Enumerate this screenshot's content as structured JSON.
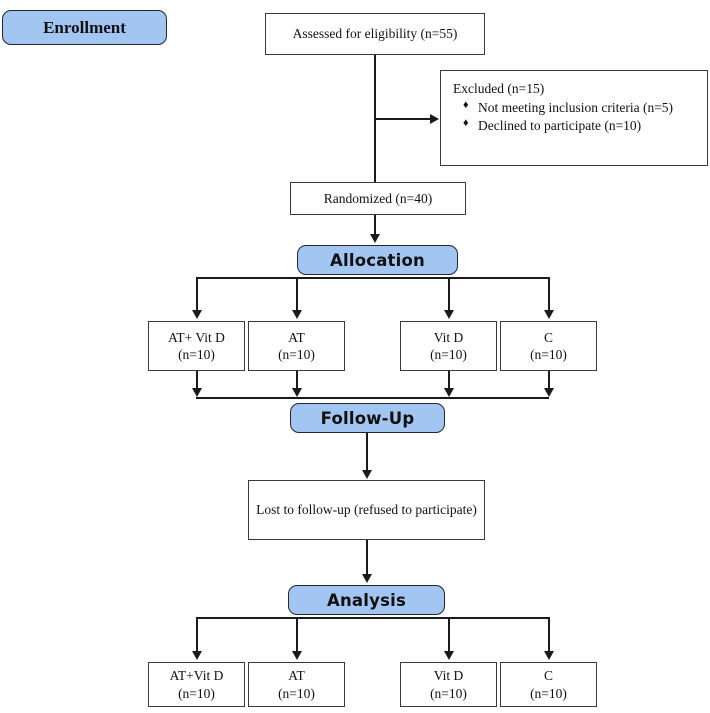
{
  "diagram": {
    "type": "consort-flow-diagram",
    "title": "CONSORT participant flow diagram",
    "accent_color": "#a3c5f2",
    "border_color": "#3a3a3a",
    "line_color": "#1a1a1a",
    "background_color": "#ffffff"
  },
  "stages": {
    "enrollment": "Enrollment",
    "allocation": "Allocation",
    "followup": "Follow-Up",
    "analysis": "Analysis"
  },
  "enrollment": {
    "assessed": "Assessed for eligibility (n=55)",
    "randomized": "Randomized (n=40)",
    "excluded": {
      "heading": "Excluded (n=15)",
      "bullet_glyph": "♦",
      "items": [
        "Not meeting inclusion criteria (n=5)",
        "Declined to participate (n=10)"
      ]
    }
  },
  "allocation_groups": [
    {
      "label": "AT+ Vit D",
      "count": "(n=10)"
    },
    {
      "label": "AT",
      "count": "(n=10)"
    },
    {
      "label": "Vit D",
      "count": "(n=10)"
    },
    {
      "label": "C",
      "count": "(n=10)"
    }
  ],
  "followup": {
    "lost": "Lost to follow-up (refused to participate)"
  },
  "analysis_groups": [
    {
      "label": "AT+Vit D",
      "count": "(n=10)"
    },
    {
      "label": "AT",
      "count": "(n=10)"
    },
    {
      "label": "Vit D",
      "count": "(n=10)"
    },
    {
      "label": "C",
      "count": "(n=10)"
    }
  ]
}
